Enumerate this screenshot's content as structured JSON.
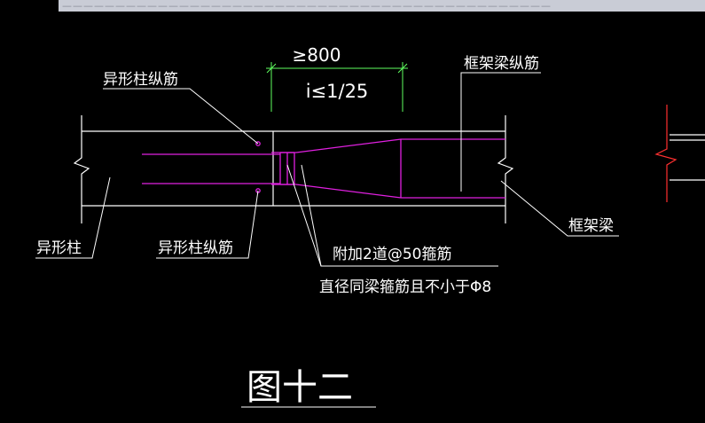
{
  "topbar": {
    "text": "——————————————————————————————————————————————"
  },
  "labels": {
    "dim_min_length": "≥800",
    "dim_slope": "i≤1/25",
    "special_column_rebar_top": "异形柱纵筋",
    "frame_beam_rebar": "框架梁纵筋",
    "special_column": "异形柱",
    "special_column_rebar_bottom": "异形柱纵筋",
    "frame_beam": "框架梁",
    "stirrup_note_line1": "附加2道@50箍筋",
    "stirrup_note_line2": "直径同梁箍筋且不小于Φ8",
    "figure_caption": "图十二"
  },
  "colors": {
    "background": "#000000",
    "lines": "#ffffff",
    "rebar": "#e020e0",
    "dimension": "#60ff60",
    "break_marks": "#ff3030"
  }
}
